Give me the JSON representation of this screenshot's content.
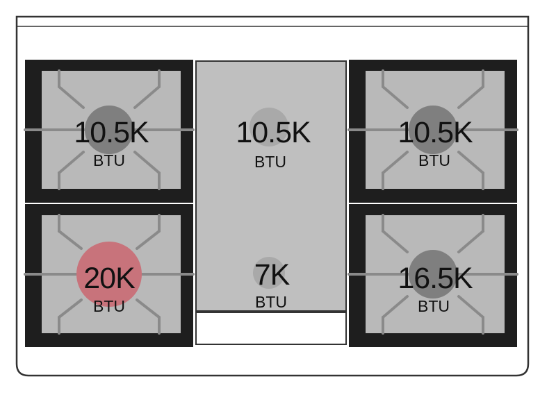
{
  "colors": {
    "frame_stroke": "#333333",
    "grate_dark": "#1e1e1e",
    "grate_surface": "#b9b9b9",
    "grate_bars": "#8a8a8a",
    "griddle": "#bfbfbf",
    "burner_cap": "#7f7f7f",
    "burner_cap_light": "#a9a9a9",
    "burner_cap_highlight": "#c8737b",
    "text": "#111111"
  },
  "burners": [
    {
      "id": "left-rear",
      "rating": "10.5K",
      "unit": "BTU",
      "cap_color": "#7f7f7f"
    },
    {
      "id": "left-front",
      "rating": "20K",
      "unit": "BTU",
      "cap_color": "#c8737b"
    },
    {
      "id": "right-rear",
      "rating": "10.5K",
      "unit": "BTU",
      "cap_color": "#7f7f7f"
    },
    {
      "id": "right-front",
      "rating": "16.5K",
      "unit": "BTU",
      "cap_color": "#7f7f7f"
    }
  ],
  "griddle": {
    "rear": {
      "rating": "10.5K",
      "unit": "BTU",
      "cap_color": "#a9a9a9"
    },
    "front": {
      "rating": "7K",
      "unit": "BTU",
      "cap_color": "#a9a9a9"
    }
  }
}
